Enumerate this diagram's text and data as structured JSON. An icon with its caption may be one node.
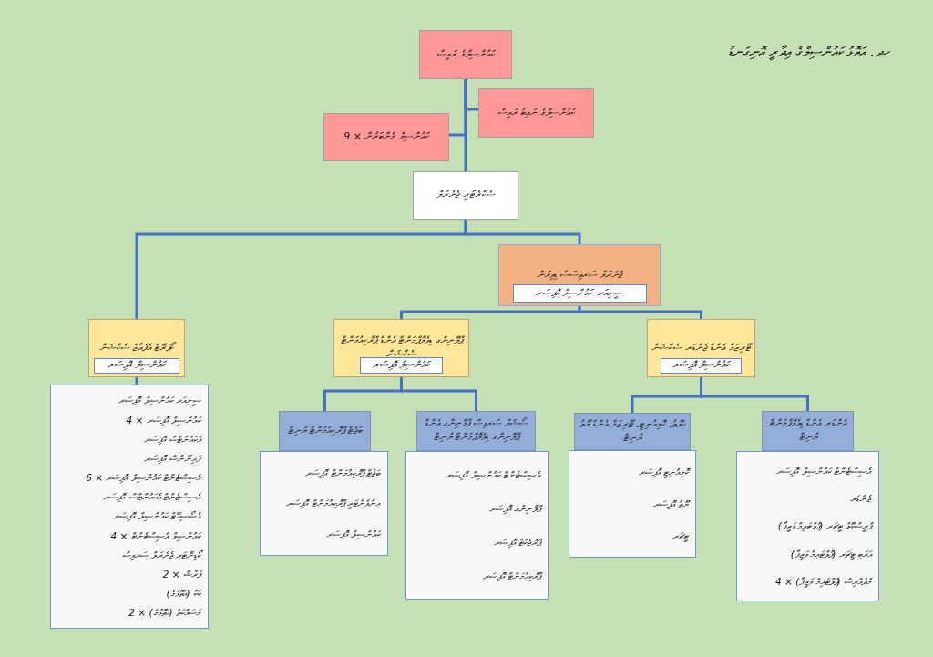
{
  "diagram": {
    "title": "ހދ. އަތޮޅު ކައުންސިލްގެ އިދާރީ އޮނިގަނޑު",
    "nodes": [
      {
        "text": [
          "ކައުންސިލްގެ ރައީސް"
        ]
      },
      {
        "text": [
          "ކައުންސިލްގެ ނައިބު ރައީސް"
        ]
      },
      {
        "text": [
          "ކައުންސިލް މެންބަރުން × 9"
        ]
      },
      {
        "text": [
          "ސެކްރެޓަރީ ޖެނެރަލް"
        ]
      },
      {
        "text": [
          "ޖެނެރަލް ސަރވިސަސް ޑިވިޜަން"
        ]
      },
      {
        "text": [
          "ސީނިއަރ ކައުންސިލް އޮފިސަރ"
        ],
        "in": 4
      },
      {
        "text": [
          "ކޯޕަރޭޓް އެފެއާޒް ސެކްޝަން"
        ]
      },
      {
        "text": [
          "ކައުންސިލް އޮފިސަރ"
        ],
        "in": 6
      },
      {
        "text": [
          "ސީނިއަރ ކައުންސިލް އޮފިސަރ",
          "ކައުންސިލް އޮފިސަރ × 4",
          "އެކައުންޓްސް އޮފިސަރ",
          "ފައިނޭންސް އޮފިސަރ",
          "އެސިސްޓެންޓް ކައުންސިލް އޮފިސަރ × 6",
          "އެސިސްޓެންޓް އެކައުންޓްސް އޮފިސަރ",
          "އެސޯސިއޭޓް ކައުންސިލް އޮފިސަރ",
          "ކައުންސިލް އެސިސްޓެންޓް × 4",
          "ކޯޑިނޭޓަރ ޖެނެރަލް ސަރވިސް",
          "ފަރާޝް × 2",
          "ކުކް (އަތޮޅުގެ)",
          "މަސައްކަތު (އަތޮޅުގެ) × 2"
        ]
      },
      {
        "text": [
          "ޕްލޭނިންގ ޑިވެލޮޕްމަންޓް އެންޑް ޕްރޮކިއުމަންޓް ސެކްޝަން"
        ]
      },
      {
        "text": [
          "ކައުންސިލް އޮފިސަރ"
        ],
        "in": 9
      },
      {
        "text": [
          "ބަޖެޓް ޕްރޮކިއުމަންޓް ޔުނިޓް"
        ]
      },
      {
        "text": [
          "ބަޖެޓް ޕްރޮކިއުމަންޓް އޮފިސަރ",
          "އިންވެންޓަރީ ޕްރޮކިއުމަންޓް އޮފިސަރ",
          "ކައުންސިލް އޮފިސަރ"
        ]
      },
      {
        "text": [
          "ސޯޝަލް ސަރވިސް ޕްލޭނިންގ އެންޑް ޕްލޭނިންގ ޑިވެލޮޕްމަންޓް ޔުނިޓް"
        ]
      },
      {
        "text": [
          "އެސިސްޓެންޓް ކައުންސިލް އޮފިސަރ",
          "ޕްލޭނިންގ އޮފިސަރ",
          "ޕްރޮޖެކްޓް އޮފިސަރ",
          "ޕްރޮކިއުމަންޓް އޮފިސަރ"
        ]
      },
      {
        "text": [
          "ޓޫރިޒަމް އެންޑް ޖެންޑަރ ސެކްޝަން"
        ]
      },
      {
        "text": [
          "ކައުންސިލް އޮފިސަރ"
        ],
        "in": 15
      },
      {
        "text": [
          "ހެލްތު، ކޮމިއުނިޓީ، ޓޫރިޒަމް އެންޑް ޔޫތު ޔުނިޓް"
        ]
      },
      {
        "text": [
          "ކޮމިއުނިޓީ އޮފިސަރ",
          "ޔޫތު އޮފިސަރ",
          "ޓީޗަރ"
        ]
      },
      {
        "text": [
          "ޖެންޑަރ އެންޑް ޑިވެލޮޕްމަންޓް ޔުނިޓް"
        ]
      },
      {
        "text": [
          "އެސިސްޓެންޓް ކައުންސިލް އޮފިސަރ",
          "ޖެންޑަރ",
          "ޕްރީސްކޫލް ޓީޗަރ (ފުލްޓައިމް ވަޒީފާ)",
          "އަރަބި ޓީޗަރ (ފުލްޓައިމް ވަޒީފާ)",
          "މުދައްރިސް (ފުލްޓައިމް ވަޒީފާ) × 4"
        ]
      }
    ],
    "edges": [
      {
        "from": 0,
        "to": 3,
        "arrow": "none"
      },
      {
        "from": 0,
        "to": 1,
        "arrow": "none"
      },
      {
        "from": 0,
        "to": 2,
        "arrow": "none"
      },
      {
        "from": 3,
        "to": 4,
        "arrow": "none"
      },
      {
        "from": 3,
        "to": 6,
        "arrow": "none"
      },
      {
        "from": 5,
        "to": 9,
        "arrow": "none"
      },
      {
        "from": 5,
        "to": 15,
        "arrow": "none"
      },
      {
        "from": 7,
        "to": 8,
        "arrow": "none"
      },
      {
        "from": 10,
        "to": 11,
        "arrow": "none"
      },
      {
        "from": 10,
        "to": 13,
        "arrow": "none"
      },
      {
        "from": 16,
        "to": 17,
        "arrow": "none"
      },
      {
        "from": 16,
        "to": 19,
        "arrow": "none"
      }
    ]
  }
}
